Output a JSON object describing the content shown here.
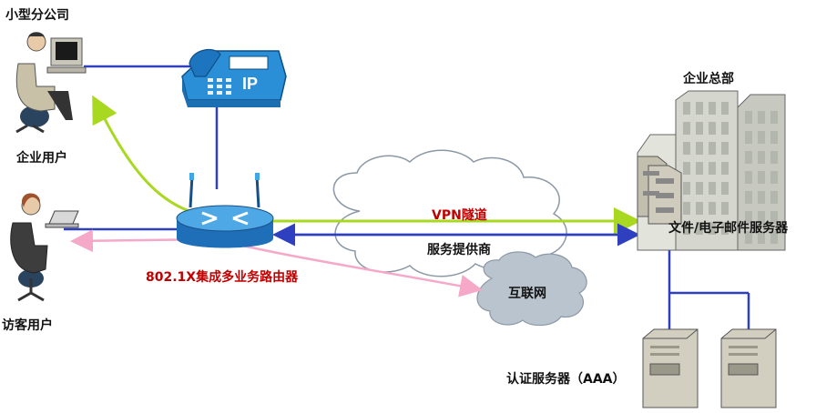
{
  "labels": {
    "branch": "小型分公司",
    "enterprise_user": "企业用户",
    "visitor_user": "访客用户",
    "router": "802.1X集成多业务路由器",
    "vpn": "VPN隧道",
    "provider": "服务提供商",
    "internet": "互联网",
    "hq": "企业总部",
    "file_mail": "文件/电子邮件服务器",
    "auth": "认证服务器（AAA）",
    "phone": "IP"
  },
  "colors": {
    "link": "#2e3fbf",
    "vpn_line": "#a8d820",
    "guest_line": "#f5a8c8",
    "router_blue": "#2f8fd8",
    "phone_blue": "#2a8fd6",
    "cloud_gray": "#b9c4cf",
    "building": "#d5d7cf",
    "label_red": "#c00000"
  }
}
